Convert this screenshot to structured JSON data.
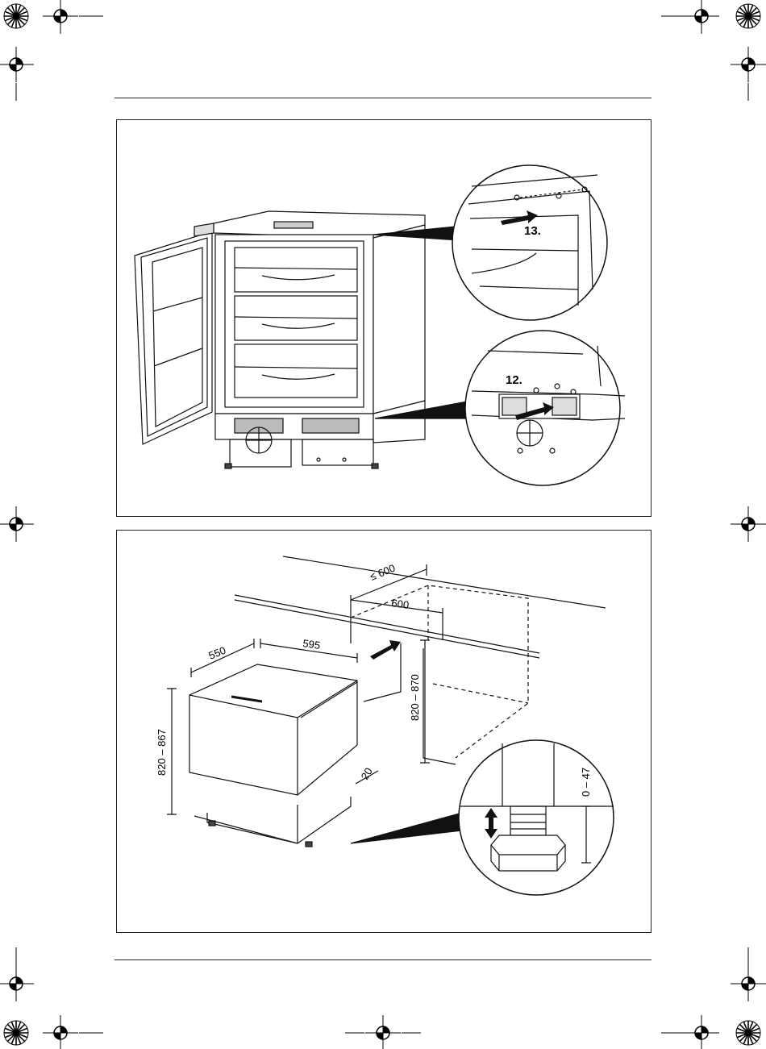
{
  "figure1": {
    "callout_top": "13.",
    "callout_bottom": "12."
  },
  "figure2": {
    "dim_max_depth": "≤ 600",
    "dim_niche_width": "600",
    "dim_depth": "550",
    "dim_width": "595",
    "dim_niche_height": "820 – 870",
    "dim_height": "820 – 867",
    "dim_recess": "20",
    "dim_foot_adjust": "0 – 47"
  },
  "icons": [
    "registration-mark-icon",
    "color-wheel-icon",
    "arrow-icon",
    "double-arrow-icon"
  ]
}
